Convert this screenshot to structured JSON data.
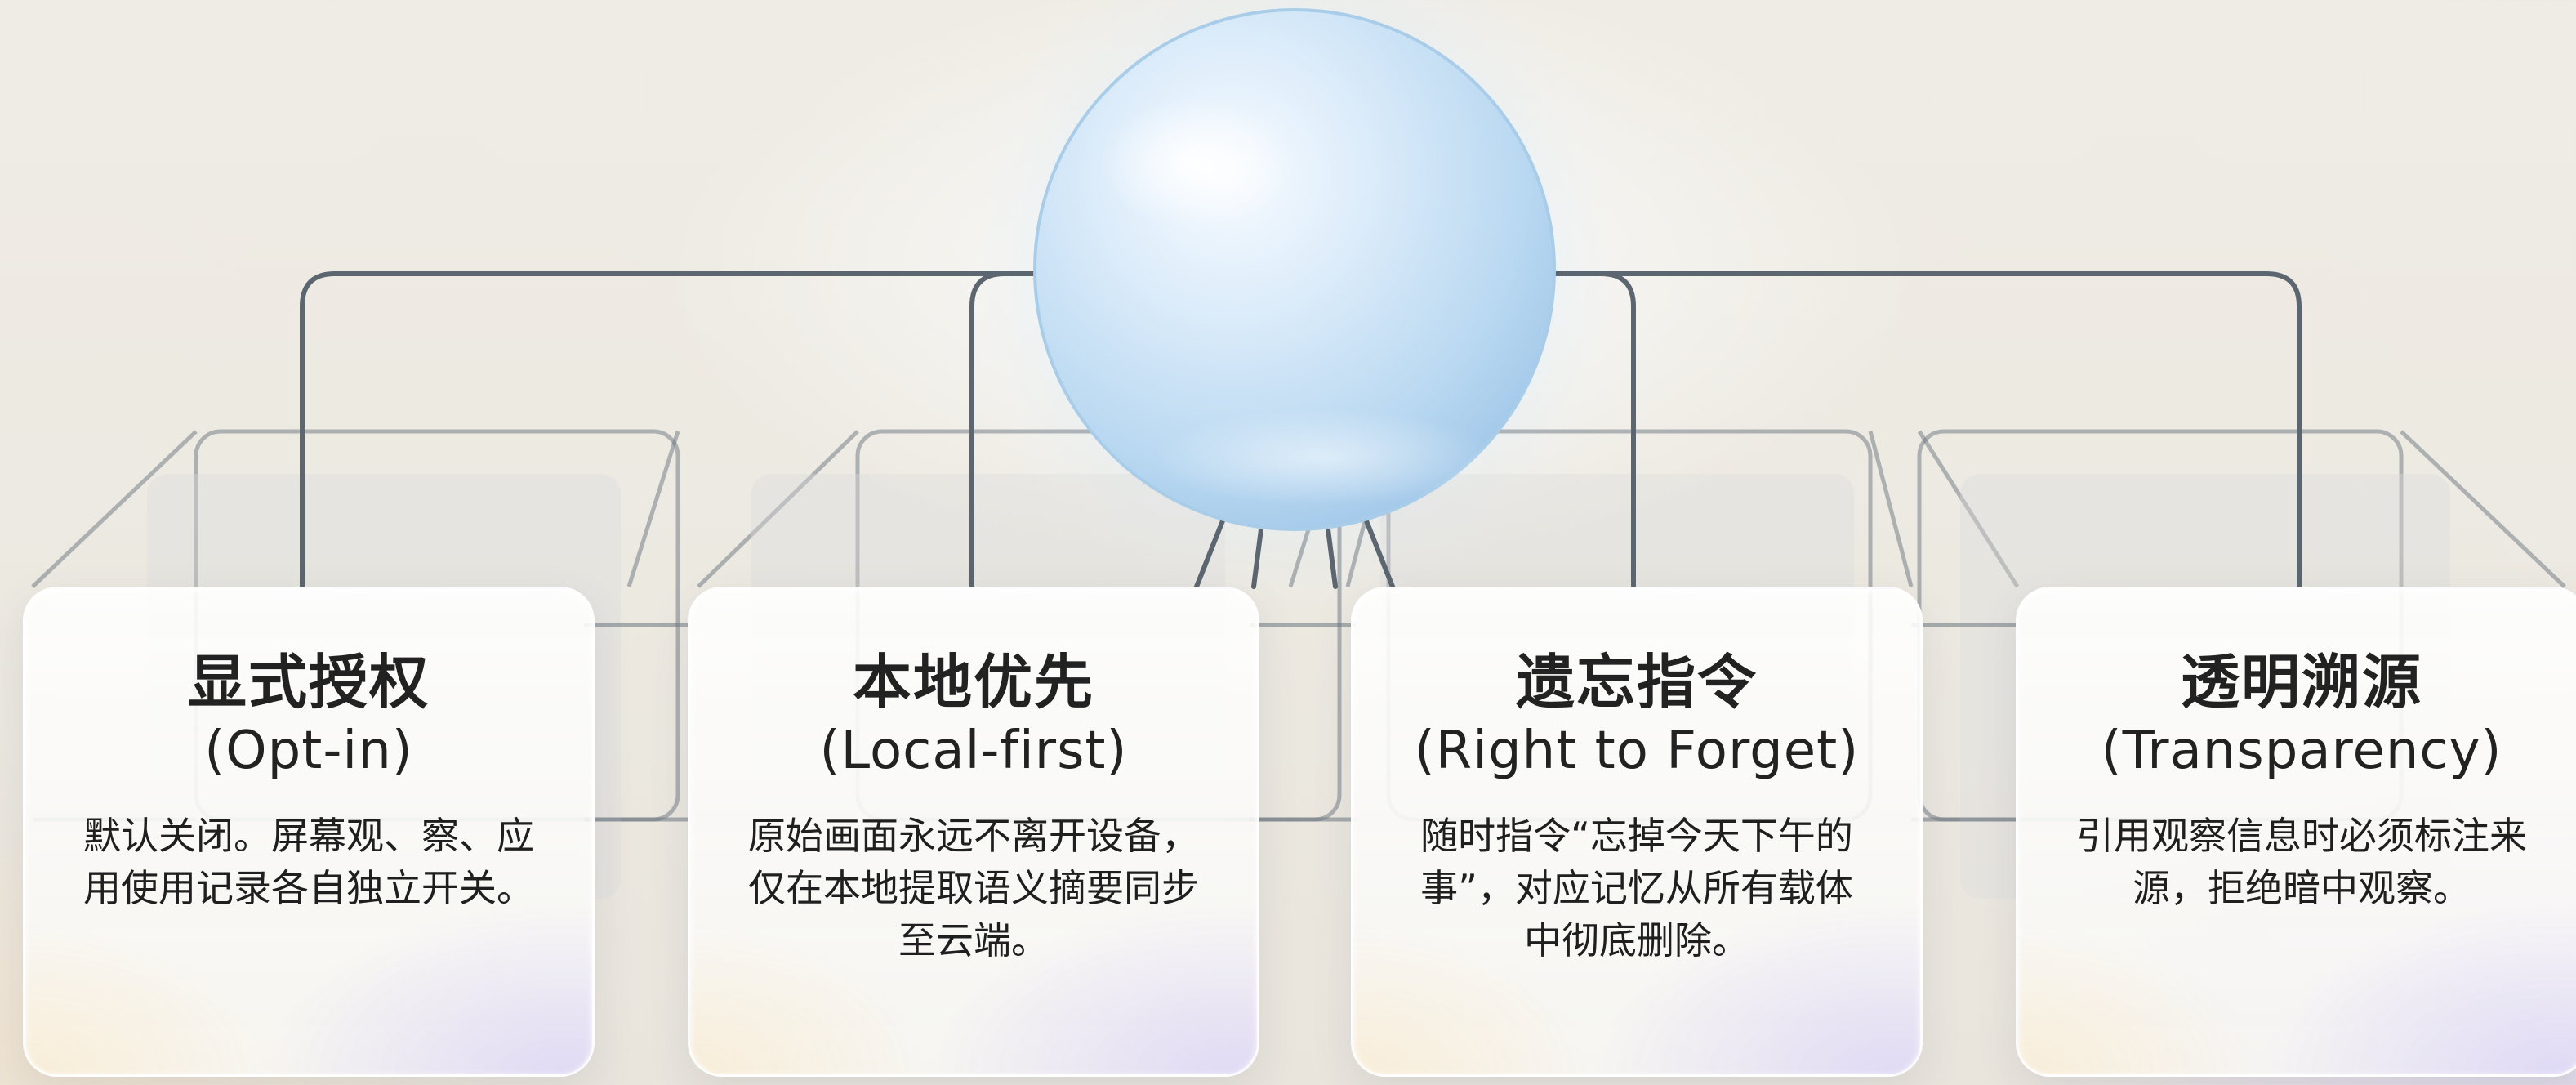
{
  "principles": [
    {
      "title": "显式授权",
      "subtitle": "(Opt-in)",
      "description": "默认关闭。屏幕观、察、应用使用记录各自独立开关。"
    },
    {
      "title": "本地优先",
      "subtitle": "(Local-first)",
      "description": "原始画面永远不离开设备，仅在本地提取语义摘要同步至云端。"
    },
    {
      "title": "遗忘指令",
      "subtitle": "(Right to Forget)",
      "description": "随时指令“忘掉今天下午的事”，对应记忆从所有载体中彻底删除。"
    },
    {
      "title": "透明溯源",
      "subtitle": "(Transparency)",
      "description": "引用观察信息时必须标注来源，拒绝暗中观察。"
    }
  ],
  "colors": {
    "line": "#5c6670",
    "sphere": "#c4e0f6",
    "sphere_glow": "#bfe2ff"
  }
}
